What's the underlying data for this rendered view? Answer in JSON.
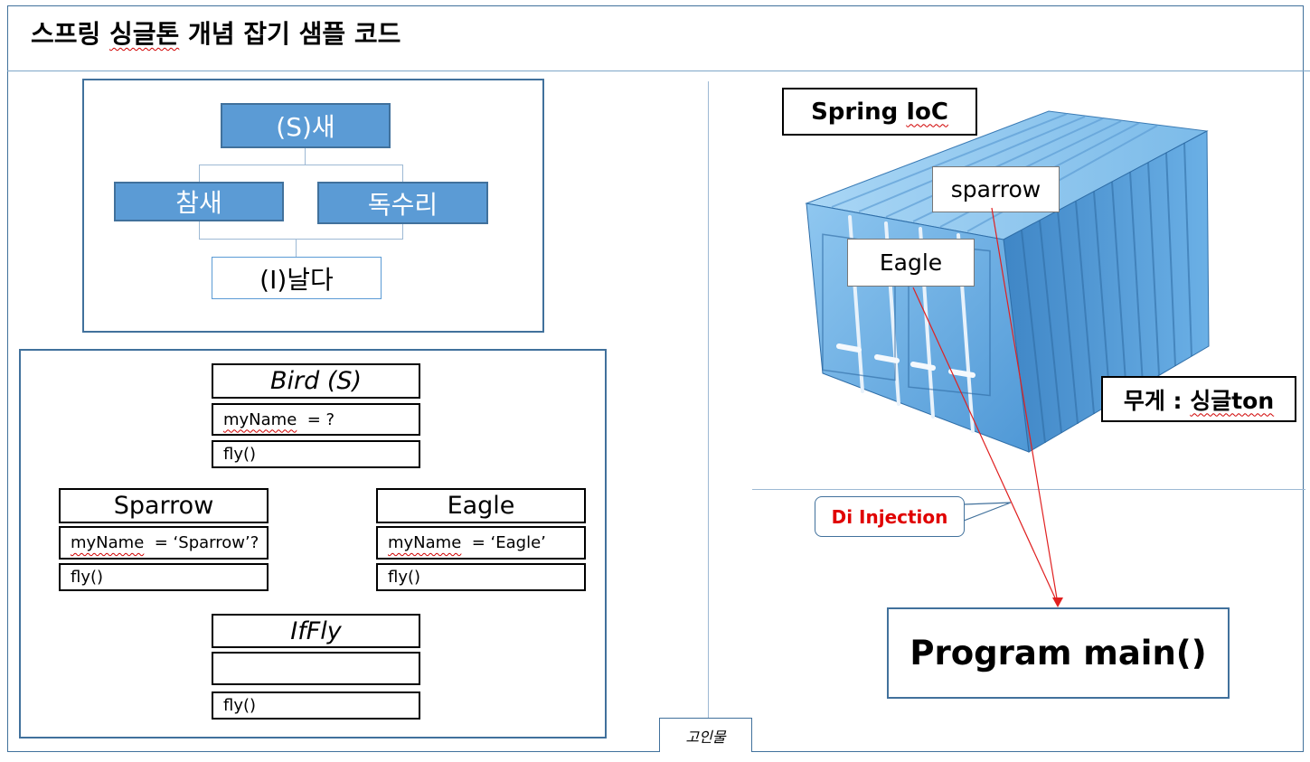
{
  "slide": {
    "title_part1": "스프링 ",
    "title_squiggle": "싱글톤",
    "title_part2": " 개념 잡기 샘플 코드",
    "footer": "고인물"
  },
  "org_chart": {
    "root": "(S)새",
    "left_child": "참새",
    "right_child": "독수리",
    "interface": "(I)날다"
  },
  "class_diagram": {
    "bird": {
      "title": "Bird (S)",
      "field_name": "myName",
      "field_value": "  = ?",
      "method": "fly()"
    },
    "sparrow": {
      "title": "Sparrow",
      "field_name": "myName",
      "field_value": "  = ‘Sparrow’?",
      "method": "fly()"
    },
    "eagle": {
      "title": "Eagle",
      "field_name": "myName",
      "field_value": "  = ‘Eagle’",
      "method": "fly()"
    },
    "iffly": {
      "title": "IfFly",
      "field": "",
      "method": "fly()"
    }
  },
  "ioc": {
    "spring_label_part1": "Spring ",
    "spring_label_squiggle": "IoC",
    "sparrow_label": "sparrow",
    "eagle_label": "Eagle",
    "weight_label_part1": "무게 : ",
    "weight_label_squiggle": "싱글ton",
    "di_callout": "Di Injection",
    "program_label": "Program main()"
  },
  "colors": {
    "org_fill": "#5b9bd5",
    "org_border": "#41719c",
    "container": "#5aa0dc",
    "arrow": "#e02020",
    "di_text": "#e00000"
  }
}
